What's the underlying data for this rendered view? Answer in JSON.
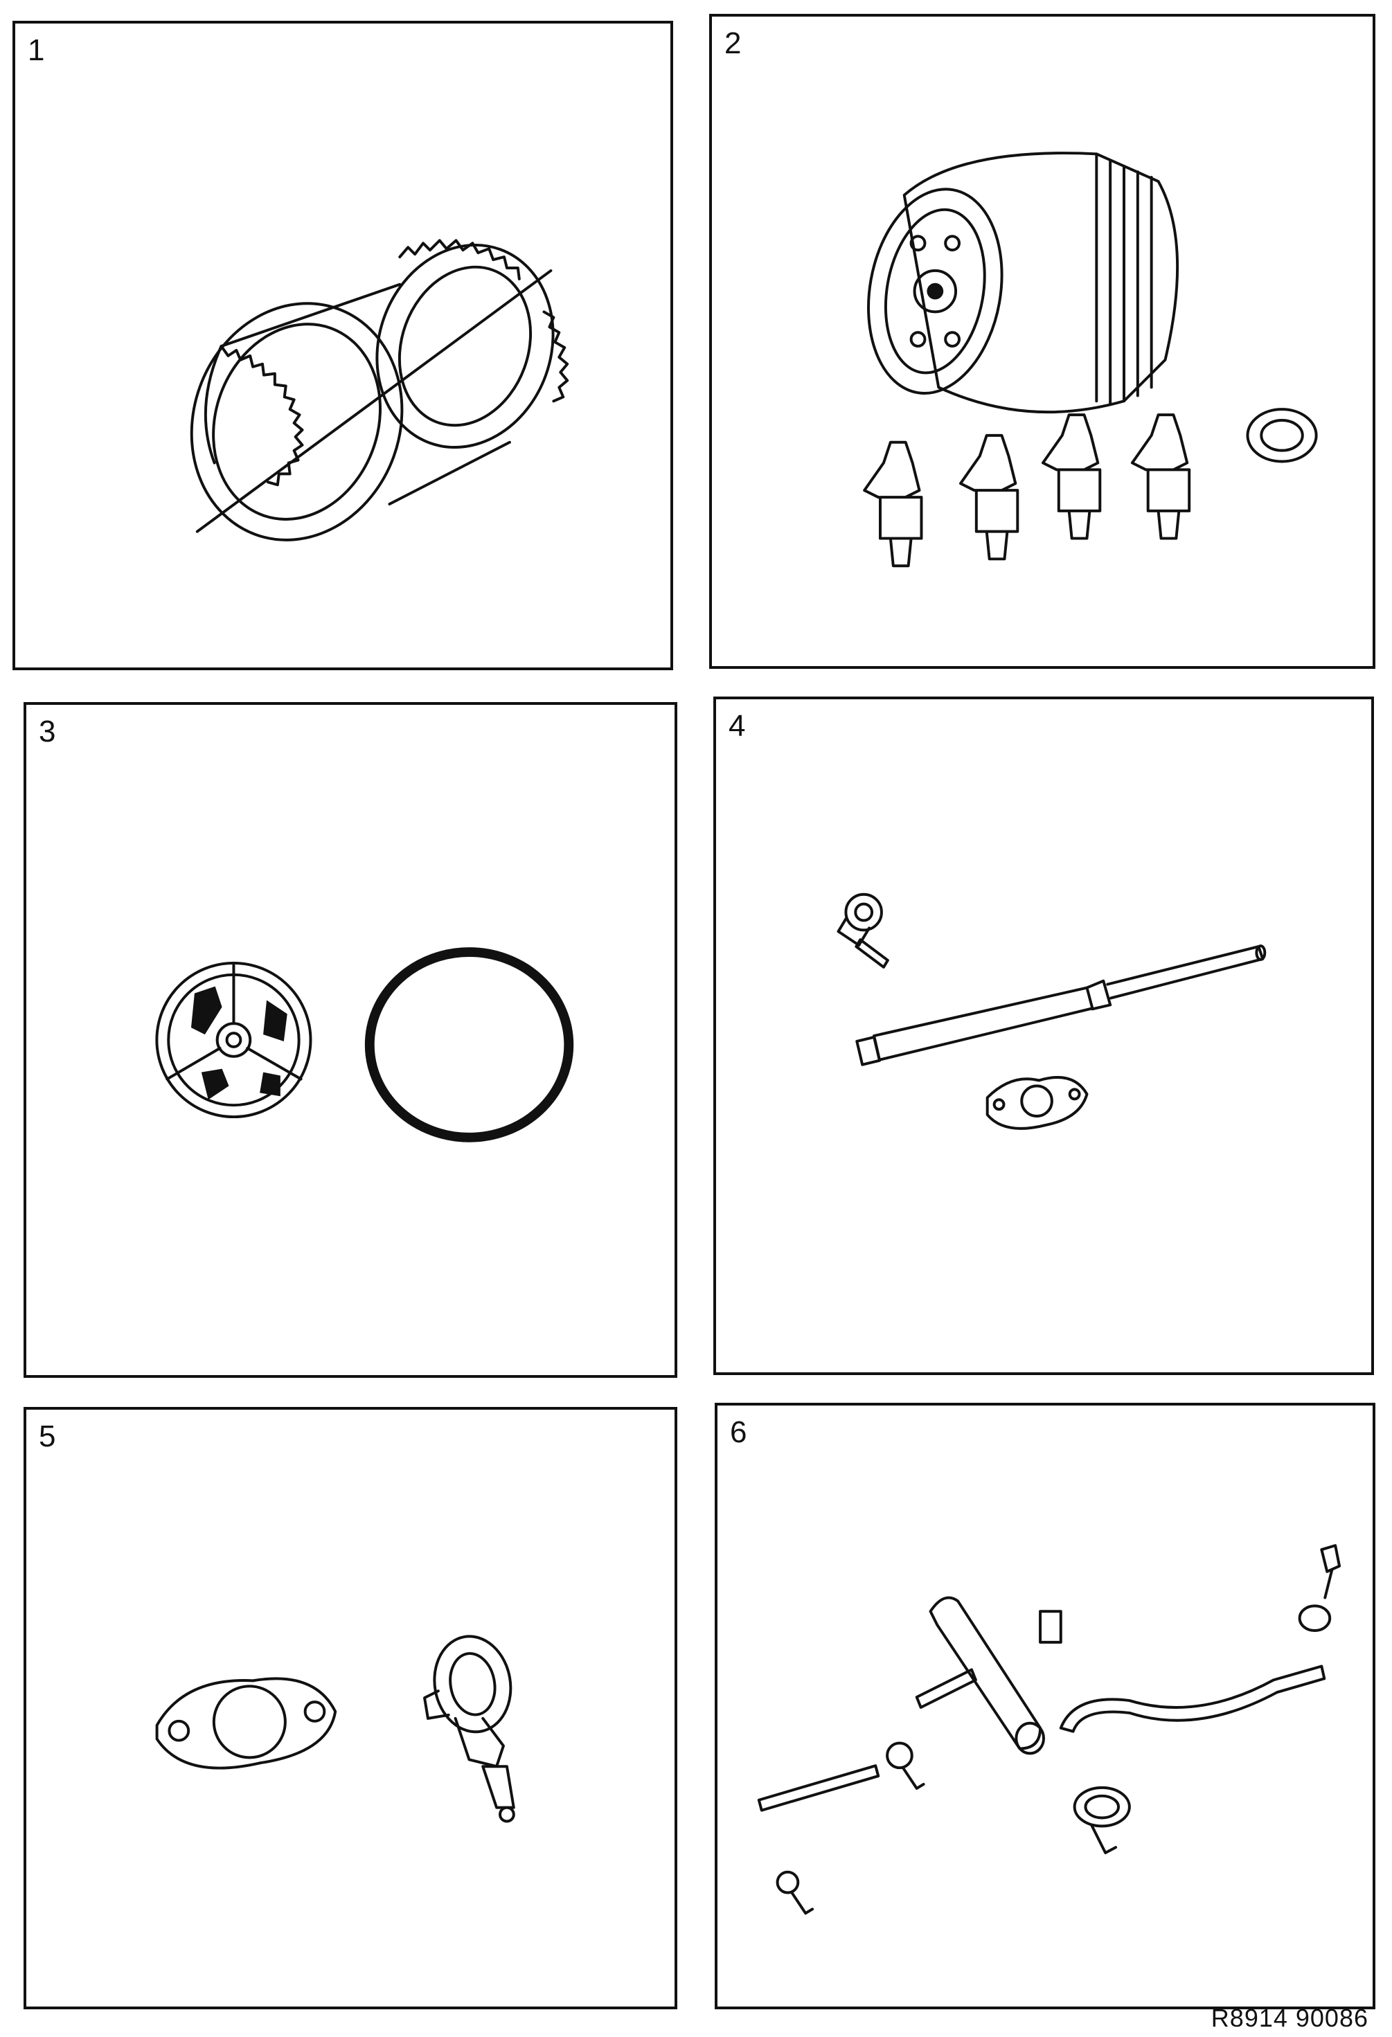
{
  "panels": [
    {
      "number": "1",
      "icon": "gear-ring-icon"
    },
    {
      "number": "2",
      "icon": "oil-filter-spark-plugs-icon"
    },
    {
      "number": "3",
      "icon": "thermostat-seal-icon"
    },
    {
      "number": "4",
      "icon": "exhaust-pipe-icon"
    },
    {
      "number": "5",
      "icon": "gasket-clamp-icon"
    },
    {
      "number": "6",
      "icon": "exhaust-system-icon"
    }
  ],
  "reference": "R8914  90086"
}
